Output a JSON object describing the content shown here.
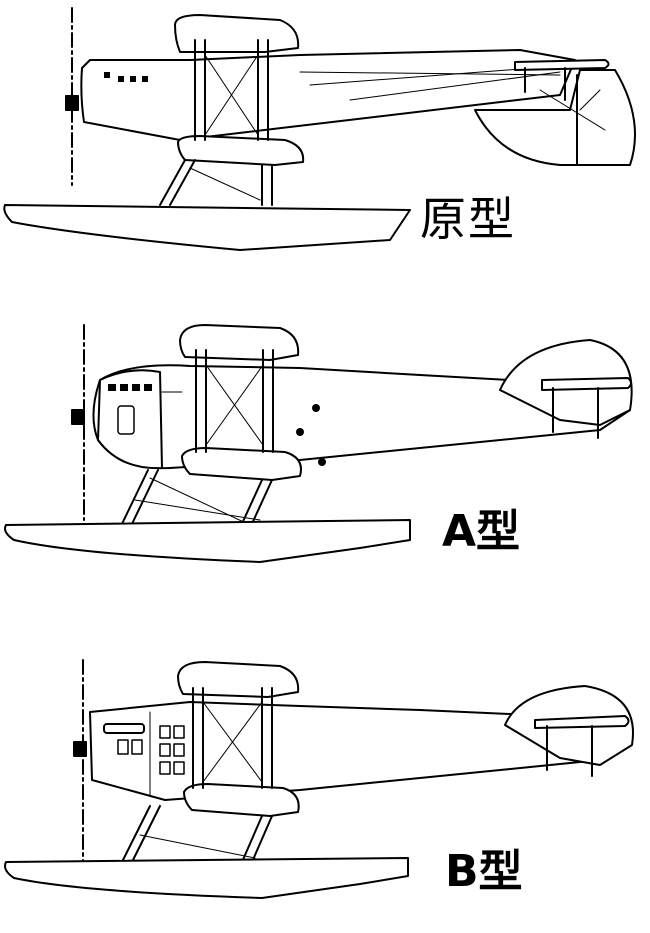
{
  "figure": {
    "variants": [
      {
        "id": "prototype",
        "label": "原型"
      },
      {
        "id": "type-a",
        "label": "A型"
      },
      {
        "id": "type-b",
        "label": "B型"
      }
    ]
  },
  "colors": {
    "ink": "#000000",
    "paper": "#ffffff"
  }
}
